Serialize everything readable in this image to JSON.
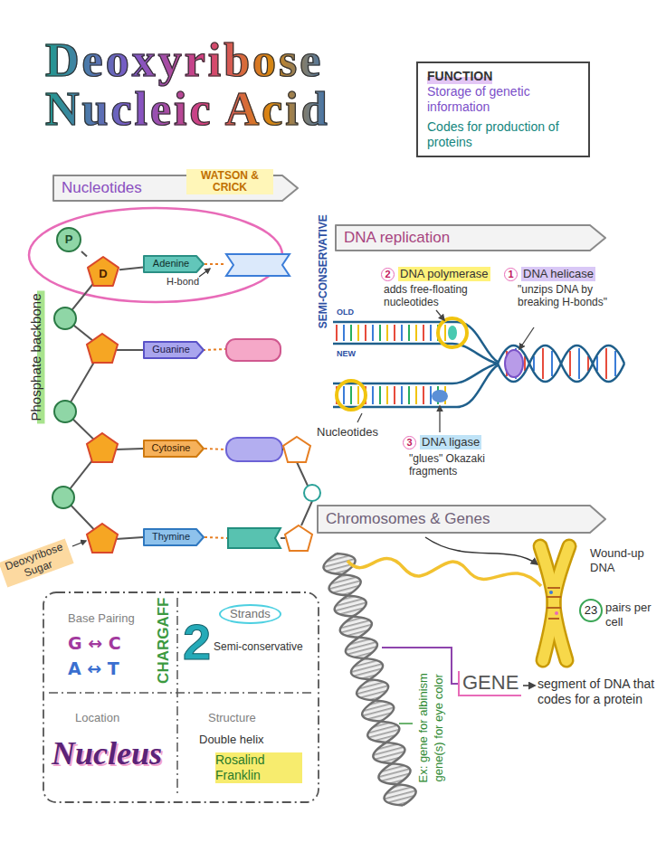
{
  "diagram": {
    "title": "Deoxyribose Nucleic Acid",
    "nodes": [
      {
        "text": [
          "FUNCTION",
          "Storage of genetic information",
          "Codes for production of proteins"
        ]
      },
      {
        "text": [
          "Nucleotides"
        ]
      },
      {
        "text": [
          "DNA replication"
        ]
      },
      {
        "text": [
          "P"
        ]
      },
      {
        "text": [
          "D"
        ]
      },
      {
        "text": [
          "Adenine"
        ]
      },
      {
        "text": [
          "Guanine"
        ]
      },
      {
        "text": [
          "Cytosine"
        ]
      },
      {
        "text": [
          "Thymine"
        ]
      },
      {
        "text": [
          "Chromosomes & Genes"
        ]
      },
      {
        "text": [
          "Base Pairing",
          "G ↔ C",
          "A ↔ T"
        ]
      },
      {
        "text": [
          "Strands",
          "2",
          "Semi-conservative"
        ]
      },
      {
        "text": [
          "Location",
          "Nucleus"
        ]
      },
      {
        "text": [
          "Structure",
          "Double helix"
        ]
      }
    ],
    "edges": [
      {
        "from": 3,
        "to": 4,
        "arrow": "none"
      },
      {
        "from": 4,
        "to": 5,
        "arrow": "none"
      }
    ],
    "labels": [
      "WATSON & CRICK",
      "H-bond",
      "Phosphate backbone",
      "SEMI-CONSERVATIVE",
      "2",
      "DNA polymerase",
      "adds free-floating nucleotides",
      "1",
      "DNA helicase",
      "\"unzips DNA by breaking H-bonds\"",
      "OLD",
      "NEW",
      "Nucleotides",
      "3",
      "DNA ligase",
      "\"glues\" Okazaki fragments",
      "Deoxyribose Sugar",
      "Wound-up DNA",
      "23",
      "pairs per cell",
      "CHARGAFF",
      "GENE",
      "segment of DNA that codes for a protein",
      "Ex: gene for albinism",
      "gene(s) for eye color",
      "Rosalind Franklin"
    ]
  }
}
